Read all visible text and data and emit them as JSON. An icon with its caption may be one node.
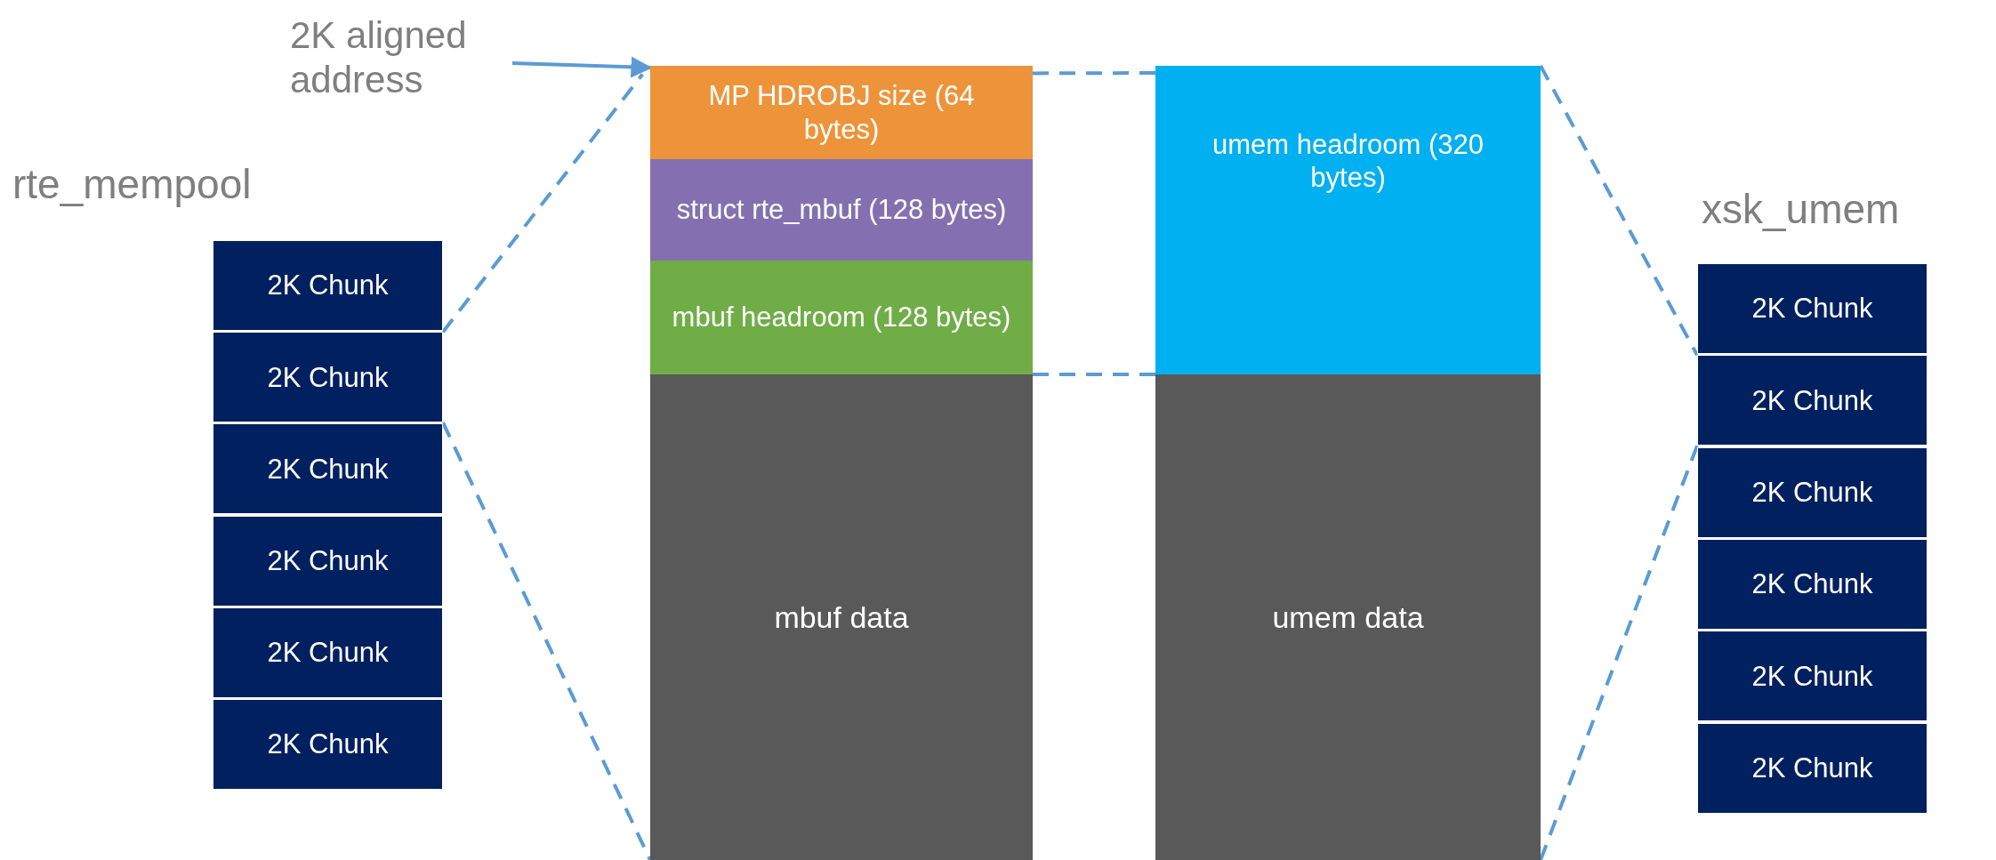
{
  "diagram": {
    "nodes": [
      {
        "text": [
          "2K aligned address"
        ]
      },
      {
        "text": [
          "2K Chunk"
        ]
      },
      {
        "text": [
          "2K Chunk"
        ]
      },
      {
        "text": [
          "2K Chunk"
        ]
      },
      {
        "text": [
          "2K Chunk"
        ]
      },
      {
        "text": [
          "2K Chunk"
        ]
      },
      {
        "text": [
          "2K Chunk"
        ]
      },
      {
        "text": [
          "MP HDROBJ size (64 bytes)"
        ]
      },
      {
        "text": [
          "struct rte_mbuf (128 bytes)"
        ]
      },
      {
        "text": [
          "mbuf headroom (128 bytes)"
        ]
      },
      {
        "text": [
          "mbuf data"
        ]
      },
      {
        "text": [
          "umem headroom (320 bytes)"
        ]
      },
      {
        "text": [
          "umem data"
        ]
      },
      {
        "text": [
          "2K Chunk"
        ]
      },
      {
        "text": [
          "2K Chunk"
        ]
      },
      {
        "text": [
          "2K Chunk"
        ]
      },
      {
        "text": [
          "2K Chunk"
        ]
      },
      {
        "text": [
          "2K Chunk"
        ]
      },
      {
        "text": [
          "2K Chunk"
        ]
      }
    ],
    "edges": [
      {
        "from": 0,
        "to": 7,
        "arrow": "to"
      },
      {
        "from": 2,
        "to": 7,
        "arrow": "none",
        "style": "dashed"
      },
      {
        "from": 2,
        "to": 10,
        "arrow": "none",
        "style": "dashed"
      },
      {
        "from": 7,
        "to": 11,
        "arrow": "none",
        "style": "dashed"
      },
      {
        "from": 9,
        "to": 11,
        "arrow": "none",
        "style": "dashed"
      },
      {
        "from": 11,
        "to": 14,
        "arrow": "none",
        "style": "dashed"
      },
      {
        "from": 12,
        "to": 14,
        "arrow": "none",
        "style": "dashed"
      }
    ],
    "labels": [
      "rte_mempool",
      "xsk_umem"
    ]
  }
}
